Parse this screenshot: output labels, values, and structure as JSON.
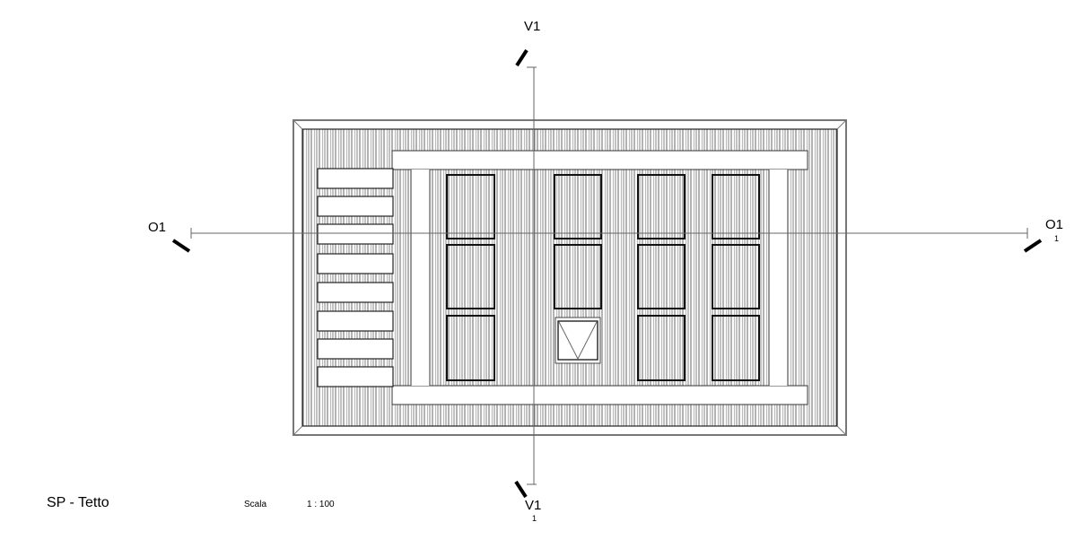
{
  "drawing": {
    "title": "SP - Tetto",
    "scale_label": "Scala",
    "scale_value": "1 : 100"
  },
  "sections": {
    "vertical": {
      "label": "V1",
      "sub": "1"
    },
    "horizontal": {
      "label": "O1",
      "sub": "1"
    }
  },
  "colors": {
    "line": "#000000",
    "hatch_dark": "#555555",
    "hatch_light": "#bbbbbb",
    "axis": "#666666"
  }
}
